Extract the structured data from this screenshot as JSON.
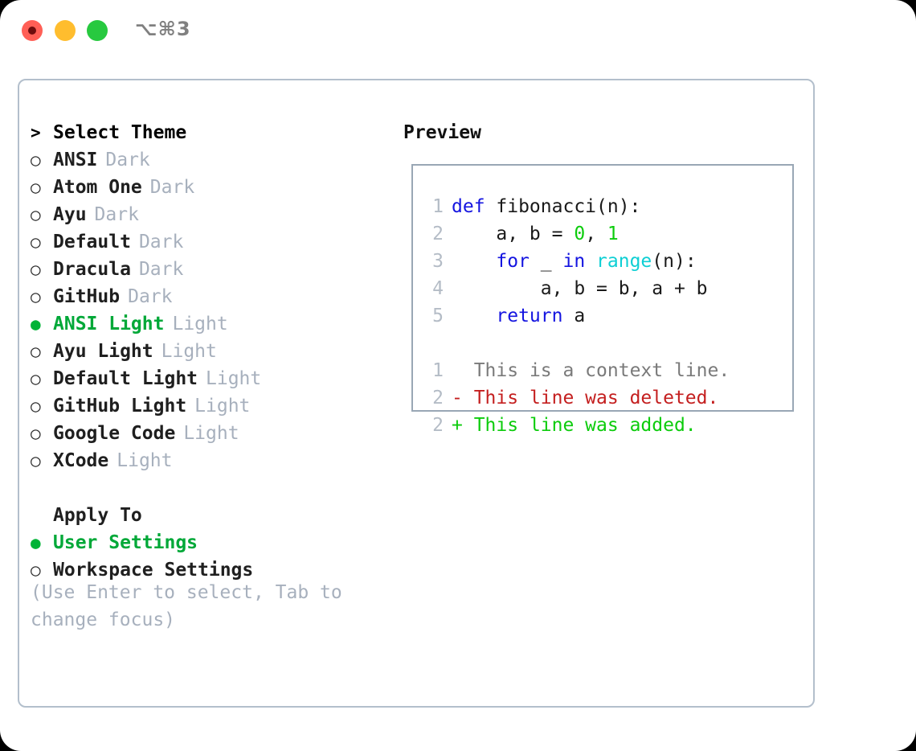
{
  "window": {
    "shortcut_label": "⌥⌘3",
    "traffic_lights": [
      "close",
      "minimize",
      "zoom"
    ]
  },
  "theme_list": {
    "header_marker": ">",
    "header_label": "Select Theme",
    "items": [
      {
        "marker": "○",
        "name": "ANSI",
        "variant": "Dark",
        "selected": false
      },
      {
        "marker": "○",
        "name": "Atom One",
        "variant": "Dark",
        "selected": false
      },
      {
        "marker": "○",
        "name": "Ayu",
        "variant": "Dark",
        "selected": false
      },
      {
        "marker": "○",
        "name": "Default",
        "variant": "Dark",
        "selected": false
      },
      {
        "marker": "○",
        "name": "Dracula",
        "variant": "Dark",
        "selected": false
      },
      {
        "marker": "○",
        "name": "GitHub",
        "variant": "Dark",
        "selected": false
      },
      {
        "marker": "●",
        "name": "ANSI Light",
        "variant": "Light",
        "selected": true
      },
      {
        "marker": "○",
        "name": "Ayu Light",
        "variant": "Light",
        "selected": false
      },
      {
        "marker": "○",
        "name": "Default Light",
        "variant": "Light",
        "selected": false
      },
      {
        "marker": "○",
        "name": "GitHub Light",
        "variant": "Light",
        "selected": false
      },
      {
        "marker": "○",
        "name": "Google Code",
        "variant": "Light",
        "selected": false
      },
      {
        "marker": "○",
        "name": "XCode",
        "variant": "Light",
        "selected": false
      }
    ]
  },
  "apply_to": {
    "header_label": "Apply To",
    "items": [
      {
        "marker": "●",
        "name": "User Settings",
        "selected": true
      },
      {
        "marker": "○",
        "name": "Workspace Settings",
        "selected": false
      }
    ]
  },
  "hint": {
    "text": "(Use Enter to select, Tab to change focus)"
  },
  "preview": {
    "label": "Preview",
    "code_lines": [
      {
        "n": "1",
        "tokens": [
          {
            "t": "def",
            "c": "kw"
          },
          {
            "t": " fibonacci(n):",
            "c": "fn"
          }
        ]
      },
      {
        "n": "2",
        "tokens": [
          {
            "t": "    a, b = ",
            "c": "pl"
          },
          {
            "t": "0",
            "c": "num"
          },
          {
            "t": ", ",
            "c": "pl"
          },
          {
            "t": "1",
            "c": "num"
          }
        ]
      },
      {
        "n": "3",
        "tokens": [
          {
            "t": "    ",
            "c": "pl"
          },
          {
            "t": "for",
            "c": "kw"
          },
          {
            "t": " _ ",
            "c": "pl"
          },
          {
            "t": "in",
            "c": "kw"
          },
          {
            "t": " ",
            "c": "pl"
          },
          {
            "t": "range",
            "c": "bi"
          },
          {
            "t": "(n):",
            "c": "pl"
          }
        ]
      },
      {
        "n": "4",
        "tokens": [
          {
            "t": "        a, b = b, a + b",
            "c": "pl"
          }
        ]
      },
      {
        "n": "5",
        "tokens": [
          {
            "t": "    ",
            "c": "pl"
          },
          {
            "t": "return",
            "c": "kw"
          },
          {
            "t": " a",
            "c": "pl"
          }
        ]
      }
    ],
    "diff_lines": [
      {
        "n": "1",
        "sign": "  ",
        "text": "This is a context line.",
        "kind": "ctx"
      },
      {
        "n": "2",
        "sign": "- ",
        "text": "This line was deleted.",
        "kind": "del"
      },
      {
        "n": "2",
        "sign": "+ ",
        "text": "This line was added.",
        "kind": "add"
      }
    ]
  },
  "colors": {
    "accent_green": "#00a838",
    "muted": "#a7b0bd",
    "keyword_blue": "#1414e0",
    "builtin_cyan": "#0ecfd4",
    "number_green": "#0ccc0c",
    "diff_delete_red": "#c41f1f",
    "diff_add_green": "#0ccc0c",
    "panel_border": "#b3bfcc",
    "preview_border": "#99a7b5"
  }
}
